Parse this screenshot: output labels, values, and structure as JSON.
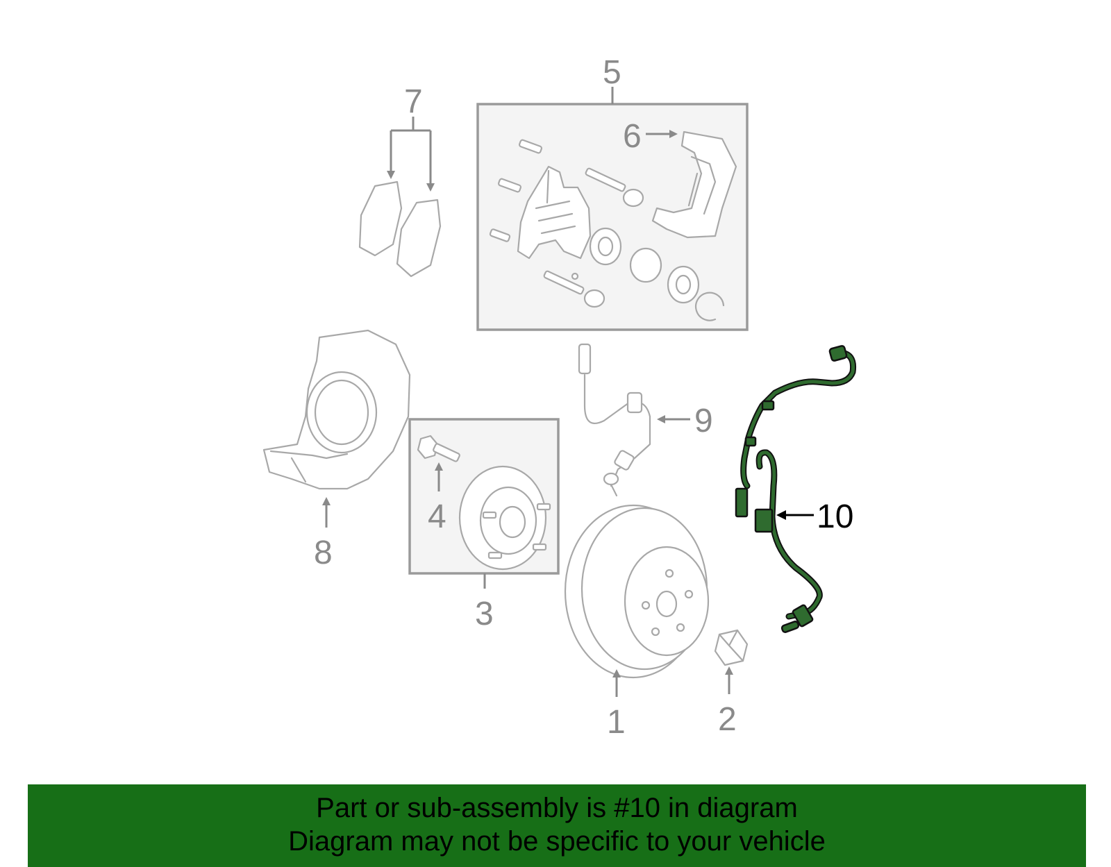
{
  "callouts": {
    "n1": "1",
    "n2": "2",
    "n3": "3",
    "n4": "4",
    "n5": "5",
    "n6": "6",
    "n7": "7",
    "n8": "8",
    "n9": "9",
    "n10": "10"
  },
  "banner": {
    "line1": "Part or sub-assembly is #10 in diagram",
    "line2": "Diagram may not be specific to your vehicle"
  },
  "colors": {
    "highlight": "#2f6b2f",
    "banner": "#176f17",
    "parts_stroke": "#a8a8a8"
  },
  "highlighted_part": "10"
}
